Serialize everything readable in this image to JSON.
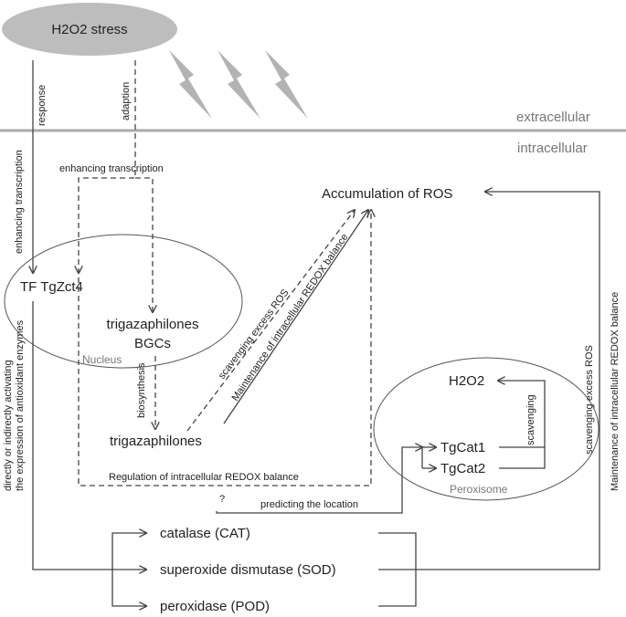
{
  "stress": "H2O2 stress",
  "regions": {
    "extra": "extracellular",
    "intra": "intracellular"
  },
  "arrows": {
    "response": "response",
    "adaption": "adaption",
    "enhancing_transcription_left": "enhancing transcription",
    "enhancing_transcription_top": "enhancing transcription",
    "biosynthesis": "biosynthesis",
    "scavenging_excess_ros_diag": "scavenging excess ROS",
    "maintenance_diag": "Maintenance of intracellular REDOX balance",
    "activating_line1": "directly or indirectly activating",
    "activating_line2": "the expression of antioxidant enzymes",
    "regulation": "Regulation of intracellular REDOX balance",
    "question": "?",
    "predicting": "predicting the location",
    "scavenging": "scavenging",
    "scavenging_excess_ros_right": "scavenging excess ROS",
    "maintenance_right": "Maintenance of intracellular REDOX balance"
  },
  "nodes": {
    "ros": "Accumulation of ROS",
    "tf": "TF TgZct4",
    "bgc_line1": "trigazaphilones",
    "bgc_line2": "BGCs",
    "nucleus": "Nucleus",
    "trigaz": "trigazaphilones",
    "h2o2": "H2O2",
    "cat1": "TgCat1",
    "cat2": "TgCat2",
    "peroxisome": "Peroxisome",
    "cat": "catalase (CAT)",
    "sod": "superoxide dismutase (SOD)",
    "pod": "peroxidase (POD)"
  },
  "colors": {
    "stress_fill": "#bdbdbd",
    "bolt": "#b3b3b3",
    "membrane": "#aaaaaa",
    "line": "#444444"
  }
}
